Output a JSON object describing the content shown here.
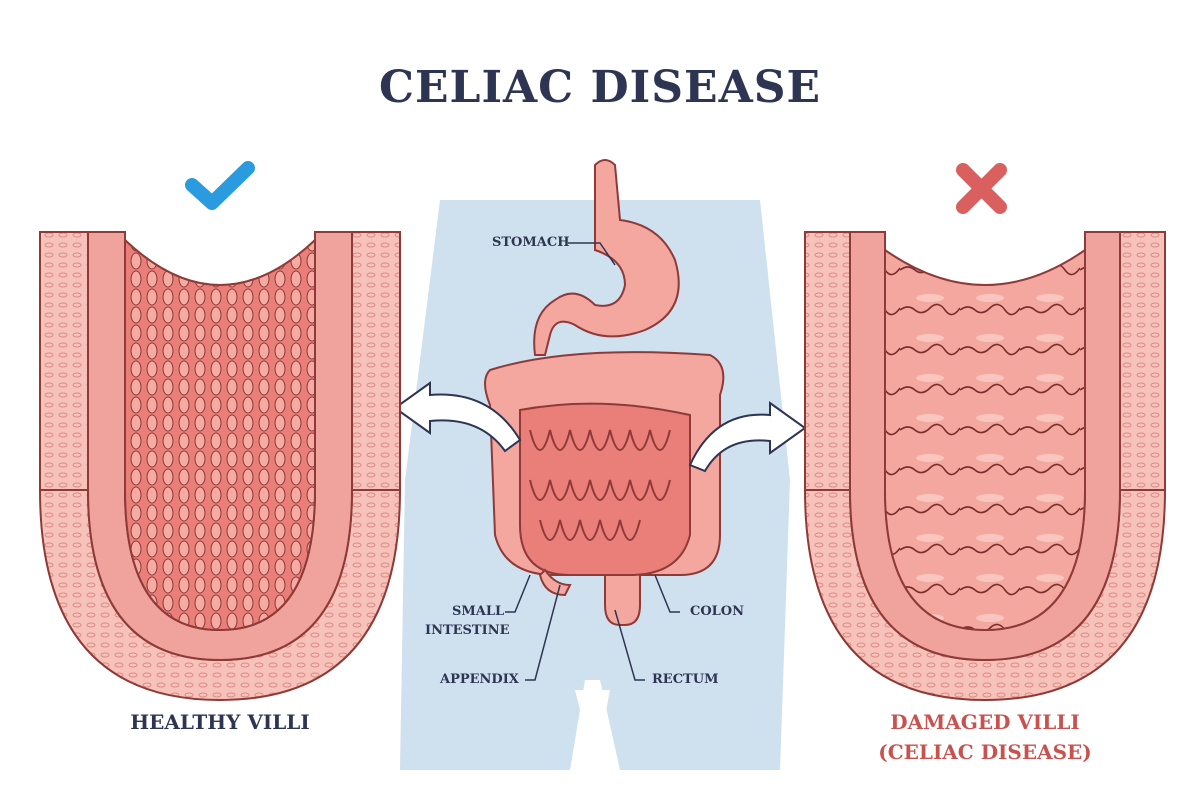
{
  "title": "CELIAC DISEASE",
  "left": {
    "icon": "checkmark-icon",
    "caption": "HEALTHY VILLI",
    "icon_color": "#2b9be0",
    "caption_color": "#2e3553"
  },
  "right": {
    "icon": "cross-icon",
    "caption_line1": "DAMAGED VILLI",
    "caption_line2": "(CELIAC DISEASE)",
    "icon_color": "#d9605e",
    "caption_color": "#c9524f"
  },
  "organs": {
    "stomach": "STOMACH",
    "small_intestine_1": "SMALL",
    "small_intestine_2": "INTESTINE",
    "appendix": "APPENDIX",
    "colon": "COLON",
    "rectum": "RECTUM"
  }
}
